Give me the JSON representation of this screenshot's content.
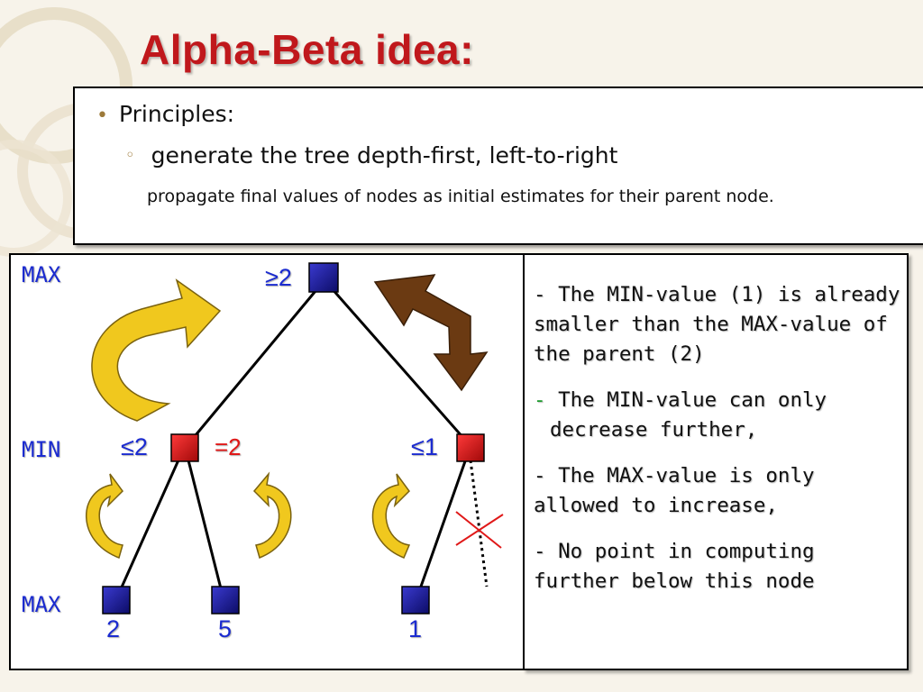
{
  "title": "Alpha-Beta idea:",
  "principles": {
    "heading": "Principles:",
    "sub_item": "generate the tree depth-first, left-to-right",
    "detail": "propagate final values of nodes as initial estimates for their parent node."
  },
  "tree": {
    "level_labels": {
      "top": "MAX",
      "middle": "MIN",
      "bottom": "MAX"
    },
    "root_estimate": "≥2",
    "left_min_estimate": "≤2",
    "left_min_final": "=2",
    "right_min_estimate": "≤1",
    "leaf_values": [
      "2",
      "5",
      "1"
    ]
  },
  "notes": [
    {
      "dash": "-",
      "text": " The MIN-value (1) is already smaller than the MAX-value of the parent (2)"
    },
    {
      "dash": "-",
      "line1": " The MIN-value can only",
      "line2": "decrease further,"
    },
    {
      "dash": "-",
      "text": " The MAX-value is only allowed to increase,"
    },
    {
      "dash": "-",
      "text": " No point in computing further below this node"
    }
  ],
  "colors": {
    "title": "#c0181c",
    "max_node": "#1a1a8c",
    "min_node": "#d81818",
    "label_blue": "#1b2bd0",
    "arrow_yellow": "#f0c81e",
    "arrow_brown": "#6b3a12",
    "note_green_dash": "#1e9b2e"
  }
}
